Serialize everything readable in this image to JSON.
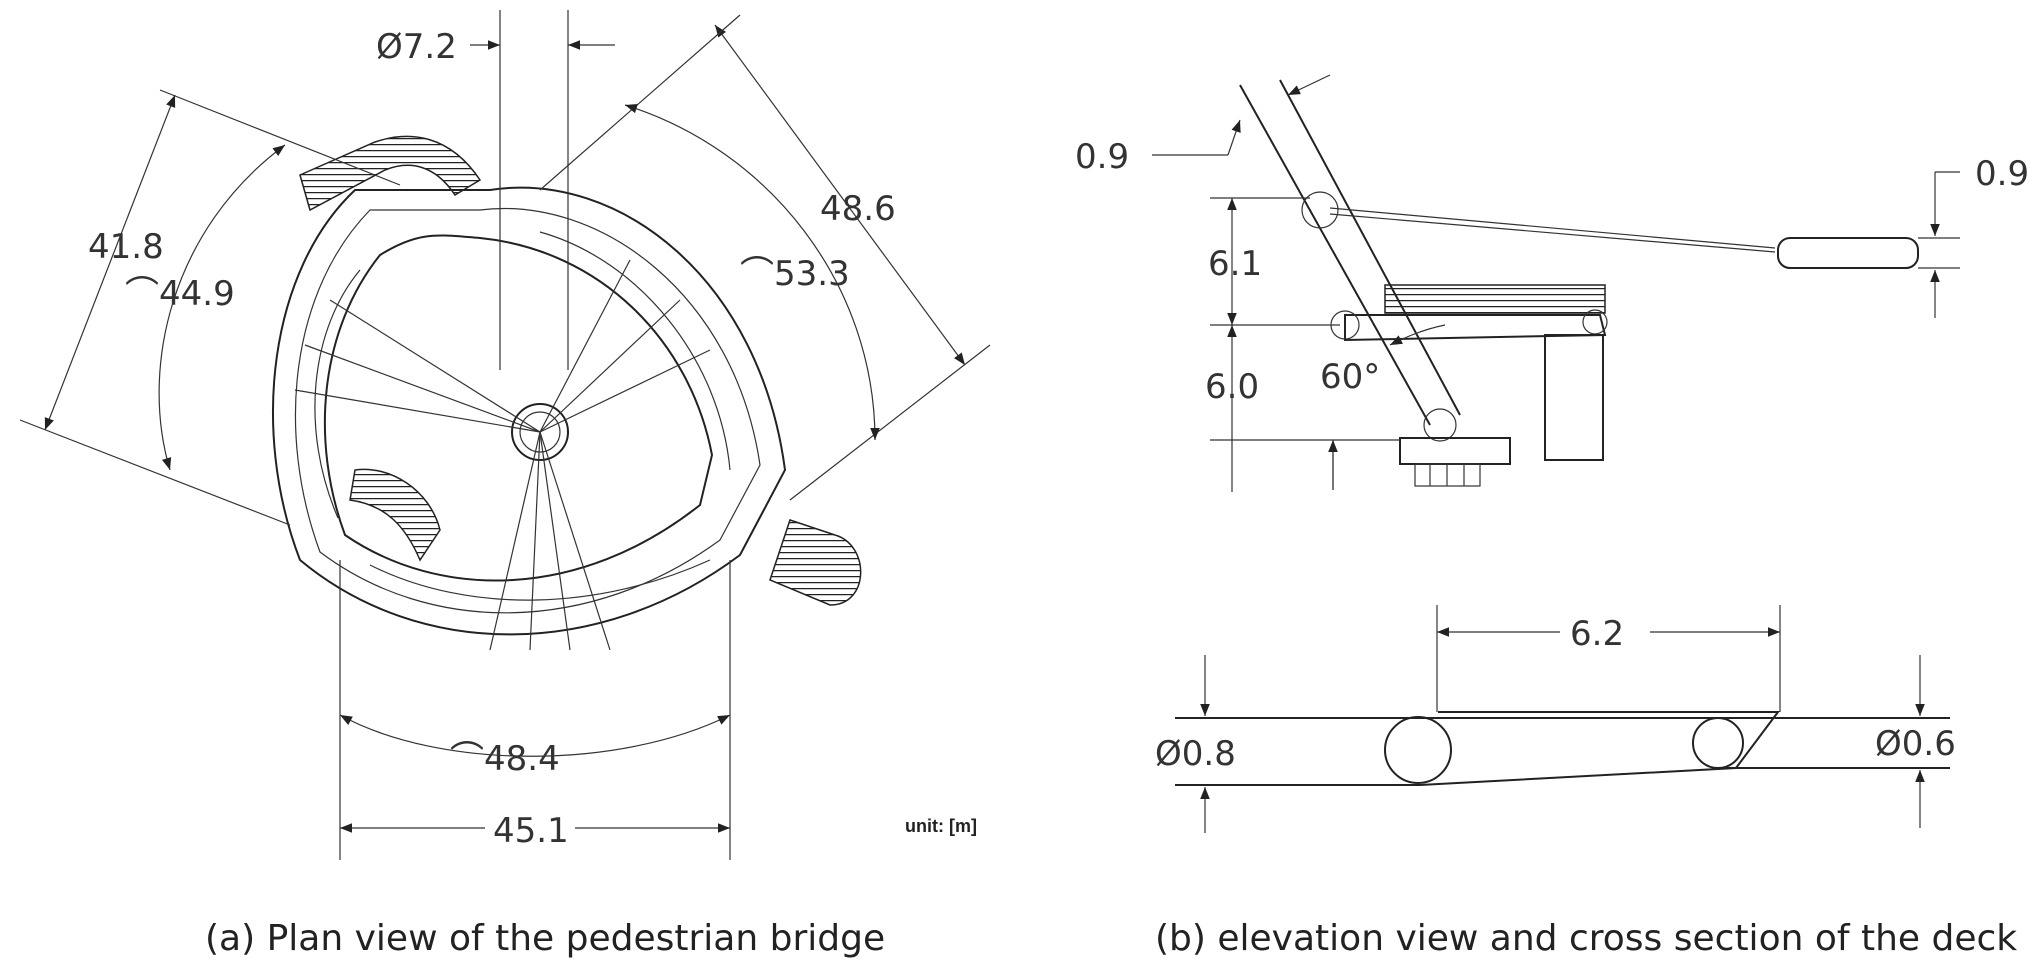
{
  "plan_view": {
    "dims": {
      "d_mast": "Ø7.2",
      "len_left": "41.8",
      "arc_left": "⌒44.9",
      "len_right": "48.6",
      "arc_right": "⌒53.3",
      "arc_bottom": "⌒48.4",
      "len_bottom": "45.1"
    },
    "unit": "unit: [m]",
    "caption": "(a) Plan view of the pedestrian bridge"
  },
  "elevation_view": {
    "dims": {
      "cable_d_left": "0.9",
      "cable_d_right": "0.9",
      "h_upper": "6.1",
      "h_lower": "6.0",
      "angle": "60°",
      "deck_width": "6.2",
      "d_left": "Ø0.8",
      "d_right": "Ø0.6"
    },
    "caption": "(b) elevation view and cross section of the deck"
  },
  "colors": {
    "line": "#222222",
    "background": "#ffffff"
  }
}
